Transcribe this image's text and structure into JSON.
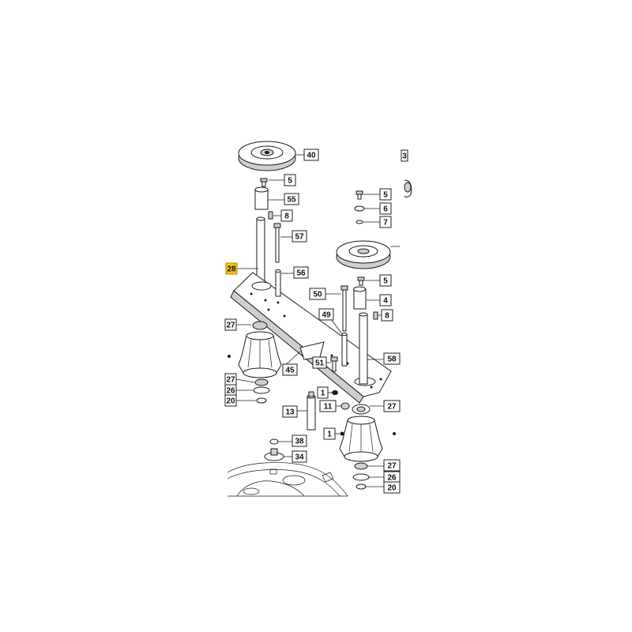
{
  "diagram": {
    "callouts": [
      {
        "id": "c40",
        "label": "40"
      },
      {
        "id": "c5a",
        "label": "5"
      },
      {
        "id": "c55",
        "label": "55"
      },
      {
        "id": "c8a",
        "label": "8"
      },
      {
        "id": "c57",
        "label": "57"
      },
      {
        "id": "c28",
        "label": "28",
        "highlight": true
      },
      {
        "id": "c56",
        "label": "56"
      },
      {
        "id": "c27a",
        "label": "27"
      },
      {
        "id": "c45",
        "label": "45"
      },
      {
        "id": "c27b",
        "label": "27"
      },
      {
        "id": "c26a",
        "label": "26"
      },
      {
        "id": "c20a",
        "label": "20"
      },
      {
        "id": "c13",
        "label": "13"
      },
      {
        "id": "c38",
        "label": "38"
      },
      {
        "id": "c34",
        "label": "34"
      },
      {
        "id": "c5b",
        "label": "5"
      },
      {
        "id": "c6",
        "label": "6"
      },
      {
        "id": "c7",
        "label": "7"
      },
      {
        "id": "c5c",
        "label": "5"
      },
      {
        "id": "c4",
        "label": "4"
      },
      {
        "id": "c8b",
        "label": "8"
      },
      {
        "id": "c50",
        "label": "50"
      },
      {
        "id": "c49",
        "label": "49"
      },
      {
        "id": "c51",
        "label": "51"
      },
      {
        "id": "c58",
        "label": "58"
      },
      {
        "id": "c1a",
        "label": "1"
      },
      {
        "id": "c11",
        "label": "11"
      },
      {
        "id": "c27c",
        "label": "27"
      },
      {
        "id": "c1b",
        "label": "1"
      },
      {
        "id": "c27d",
        "label": "27"
      },
      {
        "id": "c26b",
        "label": "26"
      },
      {
        "id": "c20b",
        "label": "20"
      },
      {
        "id": "c3x",
        "label": "3"
      }
    ]
  },
  "colors": {
    "highlight": "#f2c318",
    "line": "#1a1a1a"
  }
}
